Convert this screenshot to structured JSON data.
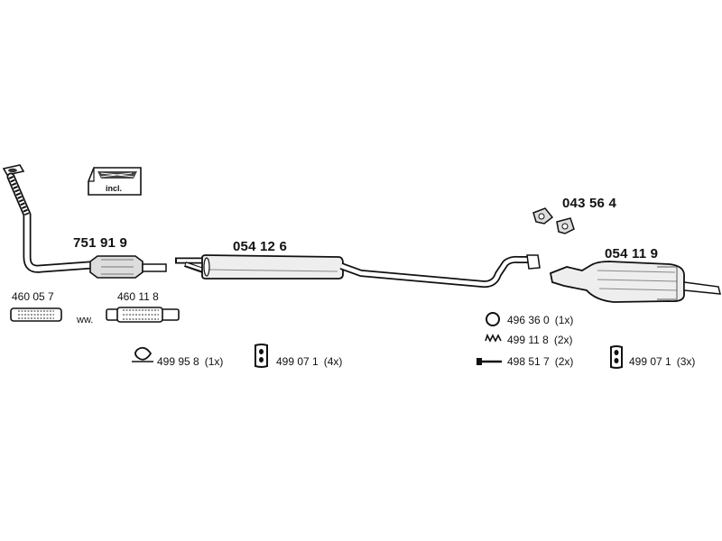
{
  "parts": {
    "manifold_pipe": "751 91 9",
    "middle_silencer": "054 12 6",
    "rear_silencer": "054 11 9",
    "mount_kit": "043 56 4",
    "flex_pipe_1": "460 05 7",
    "flex_pipe_2": "460 11 8",
    "ww_text": "ww.",
    "incl_text": "incl."
  },
  "accessories": [
    {
      "number": "499 95 8",
      "qty": "(1x)",
      "icon": "clamp-ring-icon"
    },
    {
      "number": "499 07 1",
      "qty": "(4x)",
      "icon": "rubber-hanger-icon"
    },
    {
      "number": "496 36 0",
      "qty": "(1x)",
      "icon": "sealing-ring-icon"
    },
    {
      "number": "499 11 8",
      "qty": "(2x)",
      "icon": "spring-icon"
    },
    {
      "number": "498 51 7",
      "qty": "(2x)",
      "icon": "bolt-icon"
    },
    {
      "number": "499 07 1",
      "qty": "(3x)",
      "icon": "rubber-hanger-icon"
    }
  ]
}
